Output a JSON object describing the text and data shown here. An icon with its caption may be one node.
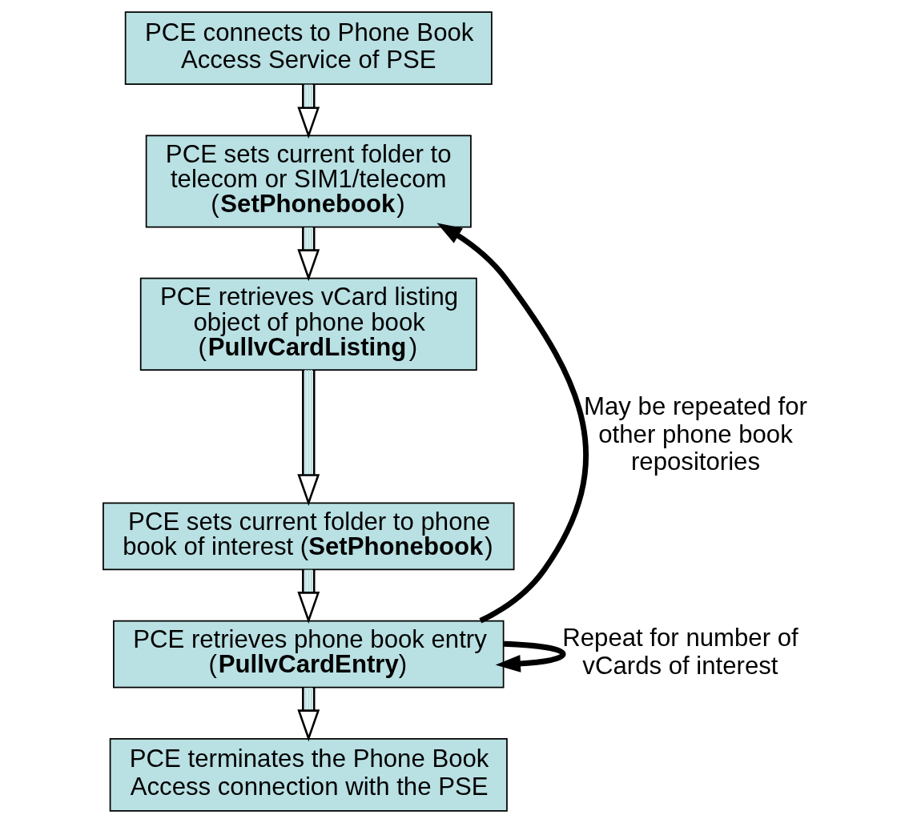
{
  "diagram": {
    "nodes": [
      {
        "text": [
          "PCE connects to Phone Book Access Service of PSE"
        ]
      },
      {
        "text": [
          "PCE sets current folder to telecom or SIM1/telecom (**SetPhonebook**)"
        ]
      },
      {
        "text": [
          "PCE retrieves vCard listing object of phone book (**PullvCardListing**)"
        ]
      },
      {
        "text": [
          "PCE sets current folder to phone book of interest (**SetPhonebook**)"
        ]
      },
      {
        "text": [
          "PCE retrieves phone book entry (**PullvCardEntry**)"
        ]
      },
      {
        "text": [
          "PCE terminates the Phone Book Access connection with the PSE"
        ]
      }
    ],
    "edges": [
      {
        "from": 0,
        "to": 1,
        "arrow": "to"
      },
      {
        "from": 1,
        "to": 2,
        "arrow": "to"
      },
      {
        "from": 2,
        "to": 3,
        "arrow": "to"
      },
      {
        "from": 3,
        "to": 4,
        "arrow": "to"
      },
      {
        "from": 4,
        "to": 5,
        "arrow": "to"
      },
      {
        "from": 4,
        "to": 4,
        "arrow": "to",
        "label": "Repeat for number of vCards of interest",
        "style": "thick",
        "color": "#000000"
      },
      {
        "from": 4,
        "to": 1,
        "arrow": "to",
        "label": "May be repeated for other phone book repositories",
        "style": "thick",
        "color": "#000000"
      }
    ]
  }
}
